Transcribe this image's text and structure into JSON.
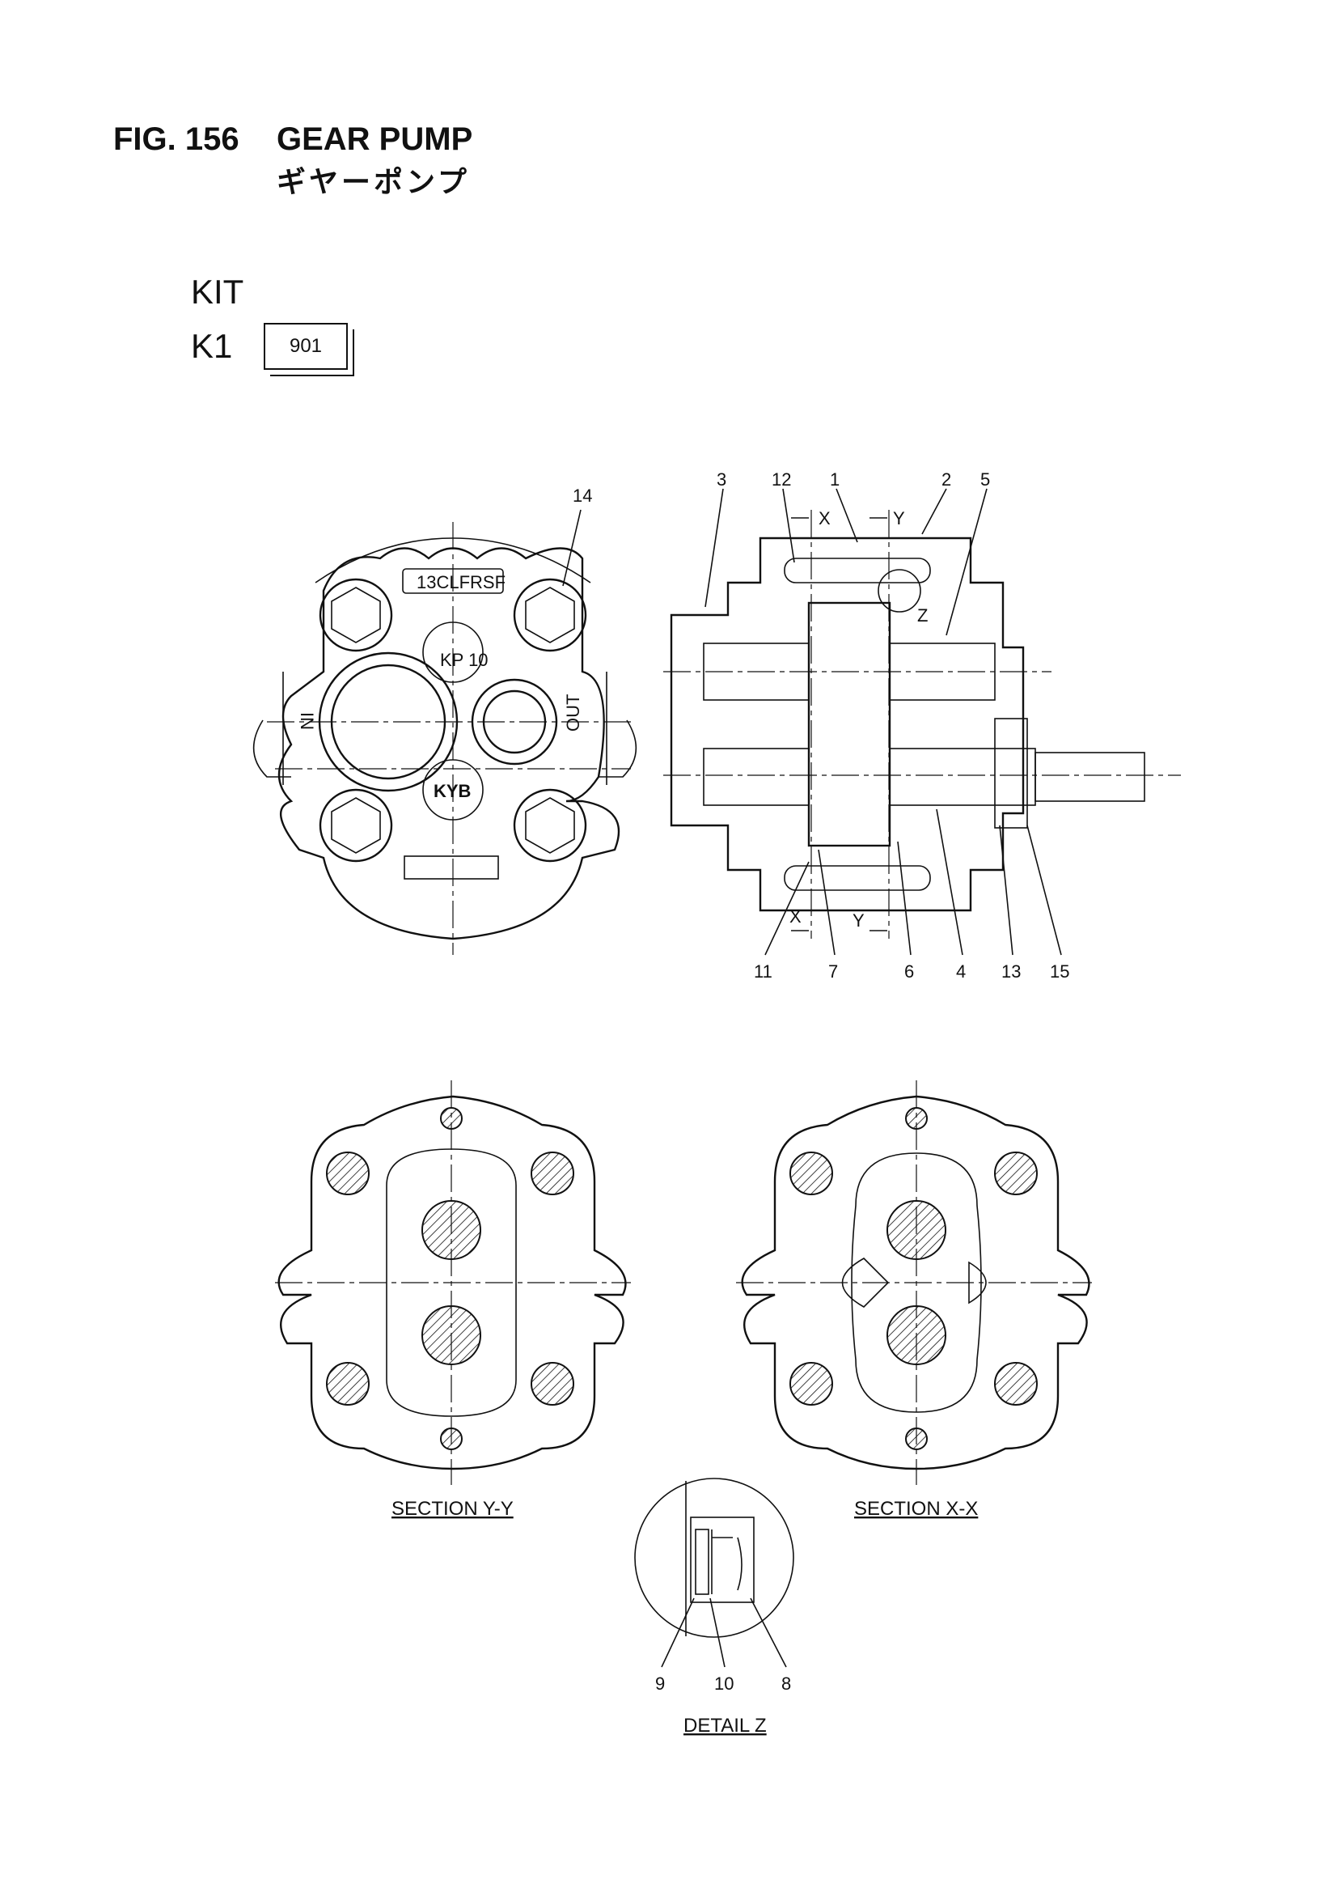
{
  "header": {
    "figure_number": "FIG. 156",
    "title": "GEAR PUMP",
    "title_jp": "ギヤーポンプ"
  },
  "kit": {
    "heading": "KIT",
    "id": "K1",
    "part_number": "901"
  },
  "front_view": {
    "plate_label": "13CLFRSF",
    "model_label": "KP 10",
    "brand_label": "KYB",
    "port_in": "IN",
    "port_out": "OUT"
  },
  "callouts": {
    "c1": "1",
    "c2": "2",
    "c3": "3",
    "c4": "4",
    "c5": "5",
    "c6": "6",
    "c7": "7",
    "c8": "8",
    "c9": "9",
    "c10": "10",
    "c11": "11",
    "c12": "12",
    "c13": "13",
    "c14": "14",
    "c15": "15"
  },
  "section_marks": {
    "x": "X",
    "y": "Y",
    "z": "Z"
  },
  "captions": {
    "section_yy": "SECTION Y-Y",
    "section_xx": "SECTION X-X",
    "detail_z": "DETAIL Z"
  }
}
